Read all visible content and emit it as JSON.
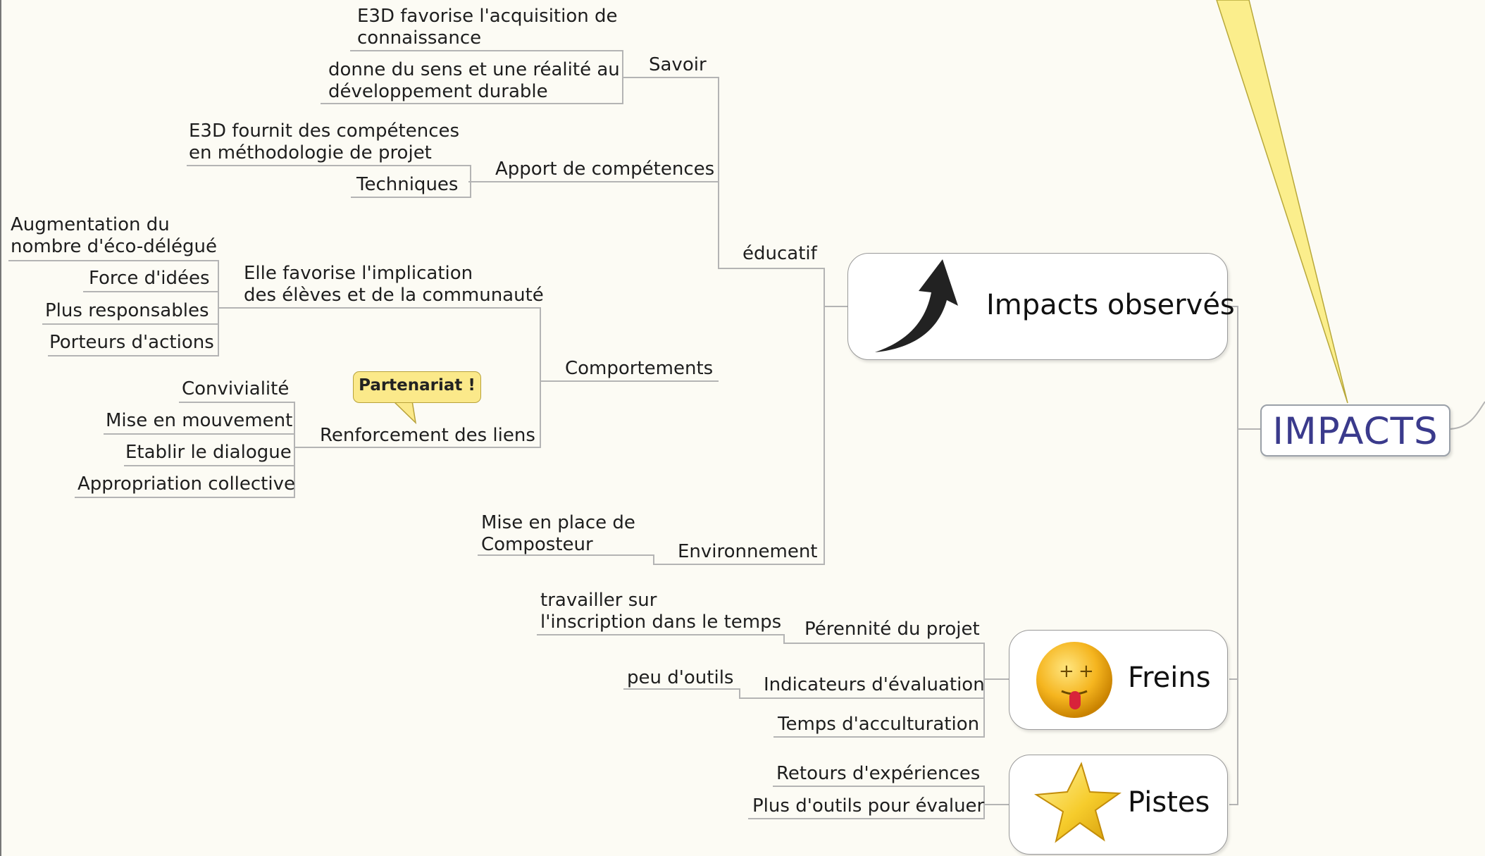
{
  "root": {
    "label": "IMPACTS"
  },
  "main_nodes": {
    "observed": "Impacts observés",
    "brakes": "Freins",
    "leads": "Pistes"
  },
  "branches": {
    "educatif": "éducatif",
    "savoir": "Savoir",
    "savoir_1": "E3D favorise l'acquisition de\nconnaissance",
    "savoir_2": "donne du sens et une réalité au\ndéveloppement durable",
    "competences": "Apport de compétences",
    "competences_1": "E3D fournit des compétences\nen méthodologie de projet",
    "competences_2": "Techniques",
    "comportements": "Comportements",
    "implication": "Elle favorise l'implication\ndes élèves et de la communauté",
    "impl_1": "Augmentation du\nnombre d'éco-délégué",
    "impl_2": "Force d'idées",
    "impl_3": "Plus responsables",
    "impl_4": "Porteurs d'actions",
    "liens": "Renforcement des liens",
    "liens_1": "Convivialité",
    "liens_2": "Mise en mouvement",
    "liens_3": "Etablir le dialogue",
    "liens_4": "Appropriation collective",
    "callout": "Partenariat !",
    "environnement": "Environnement",
    "env_1": "Mise en place de\nComposteur",
    "perennite": "Pérennité du projet",
    "perennite_1": "travailler sur\nl'inscription dans le temps",
    "indicateurs": "Indicateurs d'évaluation",
    "indicateurs_1": "peu d'outils",
    "temps": "Temps d'acculturation",
    "retours": "Retours d'expériences",
    "outils": "Plus d'outils pour évaluer"
  },
  "colors": {
    "background": "#fcfbf4",
    "root_text": "#3a3a8c",
    "callout_fill": "#fbe98a",
    "beam_fill": "#fbee8c",
    "connector": "#b4b4b4"
  }
}
